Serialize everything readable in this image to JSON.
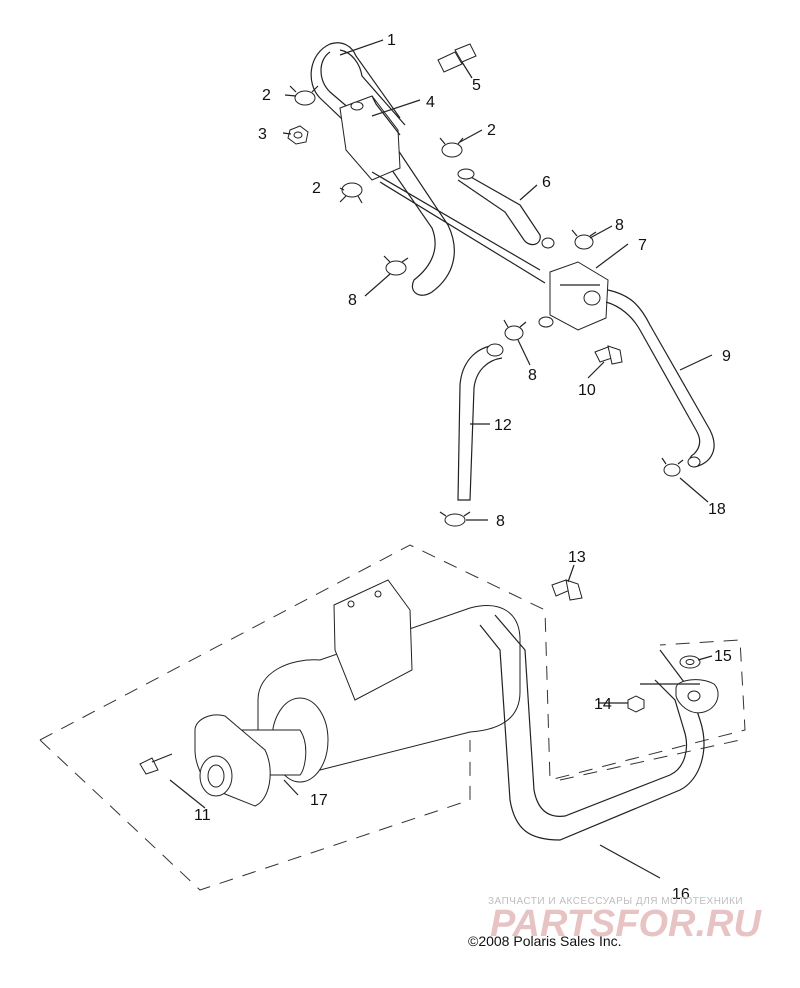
{
  "labels": {
    "l1": "1",
    "l2a": "2",
    "l2b": "2",
    "l2c": "2",
    "l3": "3",
    "l4": "4",
    "l5": "5",
    "l6": "6",
    "l7": "7",
    "l8a": "8",
    "l8b": "8",
    "l8c": "8",
    "l8d": "8",
    "l9": "9",
    "l10": "10",
    "l11": "11",
    "l12": "12",
    "l13": "13",
    "l14": "14",
    "l15": "15",
    "l16": "16",
    "l17": "17",
    "l18": "18"
  },
  "watermark": {
    "subtitle": "ЗАПЧАСТИ И АКСЕССУАРЫ ДЛЯ МОТОТЕХНИКИ",
    "logo": "PARTSFOR.RU"
  },
  "copyright": "©2008 Polaris Sales Inc."
}
